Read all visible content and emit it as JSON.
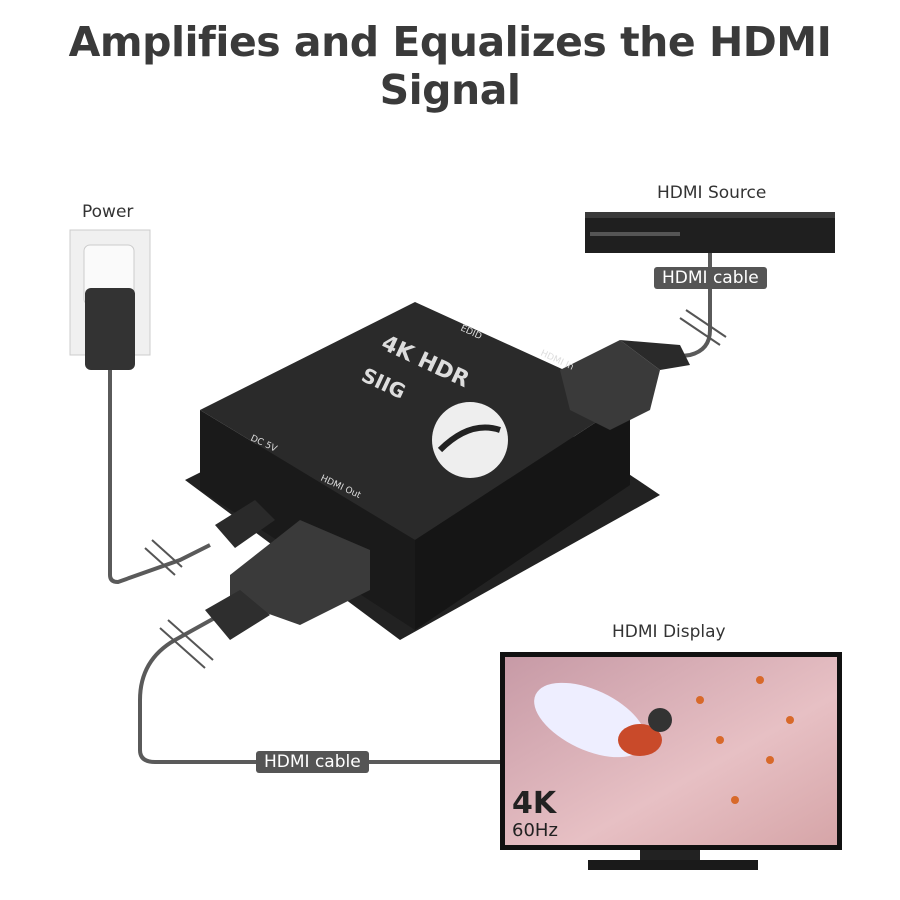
{
  "title": "Amplifies and Equalizes the HDMI Signal",
  "labels": {
    "power": "Power",
    "hdmi_source": "HDMI Source",
    "hdmi_display": "HDMI Display",
    "cable_top": "HDMI cable",
    "cable_bottom": "HDMI cable"
  },
  "device": {
    "badge": "4K HDR",
    "edid": "EDID",
    "hdmi_in": "HDMI In",
    "brand": "SIIG",
    "dc": "DC 5V",
    "hdmi_out": "HDMI Out"
  },
  "display": {
    "resolution": "4K",
    "refresh": "60Hz"
  },
  "colors": {
    "cable": "#555555",
    "device": "#1e1e1e",
    "pill": "#555555",
    "title": "#3a3a3a"
  }
}
